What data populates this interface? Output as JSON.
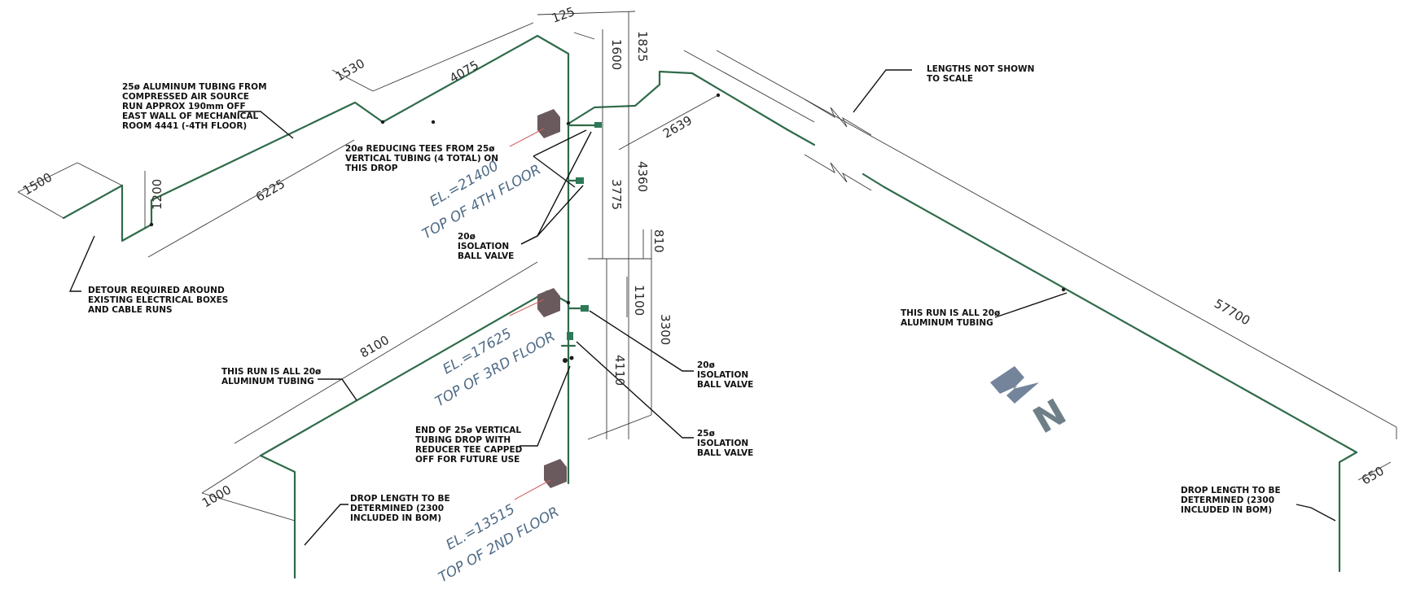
{
  "notes": {
    "source_line1": "25ø ALUMINUM TUBING FROM",
    "source_line2": "COMPRESSED AIR SOURCE",
    "source_line3": "RUN APPROX 190mm OFF",
    "source_line4": "EAST WALL OF MECHANICAL",
    "source_line5": "ROOM 4441 (-4TH FLOOR)",
    "detour_line1": "DETOUR REQUIRED AROUND",
    "detour_line2": "EXISTING ELECTRICAL BOXES",
    "detour_line3": "AND CABLE RUNS",
    "tees_line1": "20ø REDUCING TEES FROM 25ø",
    "tees_line2": "VERTICAL TUBING (4 TOTAL) ON",
    "tees_line3": "THIS DROP",
    "iso20a_line1": "20ø",
    "iso20a_line2": "ISOLATION",
    "iso20a_line3": "BALL VALVE",
    "run_left_line1": "THIS RUN IS ALL 20ø",
    "run_left_line2": "ALUMINUM TUBING",
    "end_line1": "END OF 25ø VERTICAL",
    "end_line2": "TUBING DROP WITH",
    "end_line3": "REDUCER TEE CAPPED",
    "end_line4": "OFF FOR FUTURE USE",
    "iso20b_line1": "20ø",
    "iso20b_line2": "ISOLATION",
    "iso20b_line3": "BALL VALVE",
    "iso25_line1": "25ø",
    "iso25_line2": "ISOLATION",
    "iso25_line3": "BALL VALVE",
    "drop_left_line1": "DROP LENGTH TO BE",
    "drop_left_line2": "DETERMINED (2300",
    "drop_left_line3": "INCLUDED IN BOM)",
    "scale_line1": "LENGTHS NOT SHOWN",
    "scale_line2": "TO SCALE",
    "run_right_line1": "THIS RUN IS ALL 20ø",
    "run_right_line2": "ALUMINUM TUBING",
    "drop_right_line1": "DROP LENGTH TO BE",
    "drop_right_line2": "DETERMINED (2300",
    "drop_right_line3": "INCLUDED IN BOM)"
  },
  "elevations": {
    "fourth_el": "EL.=21400",
    "fourth_name": "TOP OF 4TH FLOOR",
    "third_el": "EL.=17625",
    "third_name": "TOP OF 3RD FLOOR",
    "second_el": "EL.=13515",
    "second_name": "TOP OF 2ND FLOOR"
  },
  "dimensions": {
    "d1500": "1500",
    "d1200": "1200",
    "d6225": "6225",
    "d1530": "1530",
    "d4075": "4075",
    "d125": "125",
    "d1600": "1600",
    "d1825": "1825",
    "d2639": "2639",
    "d4360": "4360",
    "d3775": "3775",
    "d810": "810",
    "d1100": "1100",
    "d3300": "3300",
    "d4110": "4110",
    "d8100": "8100",
    "d1000": "1000",
    "d57700": "57700",
    "d650": "650"
  },
  "north_arrow": "N",
  "colors": {
    "pipe": "#2f6b4a",
    "dimension": "#3a3a3a",
    "elevation": "#4f6b86",
    "centerline": "#d05a5a"
  }
}
